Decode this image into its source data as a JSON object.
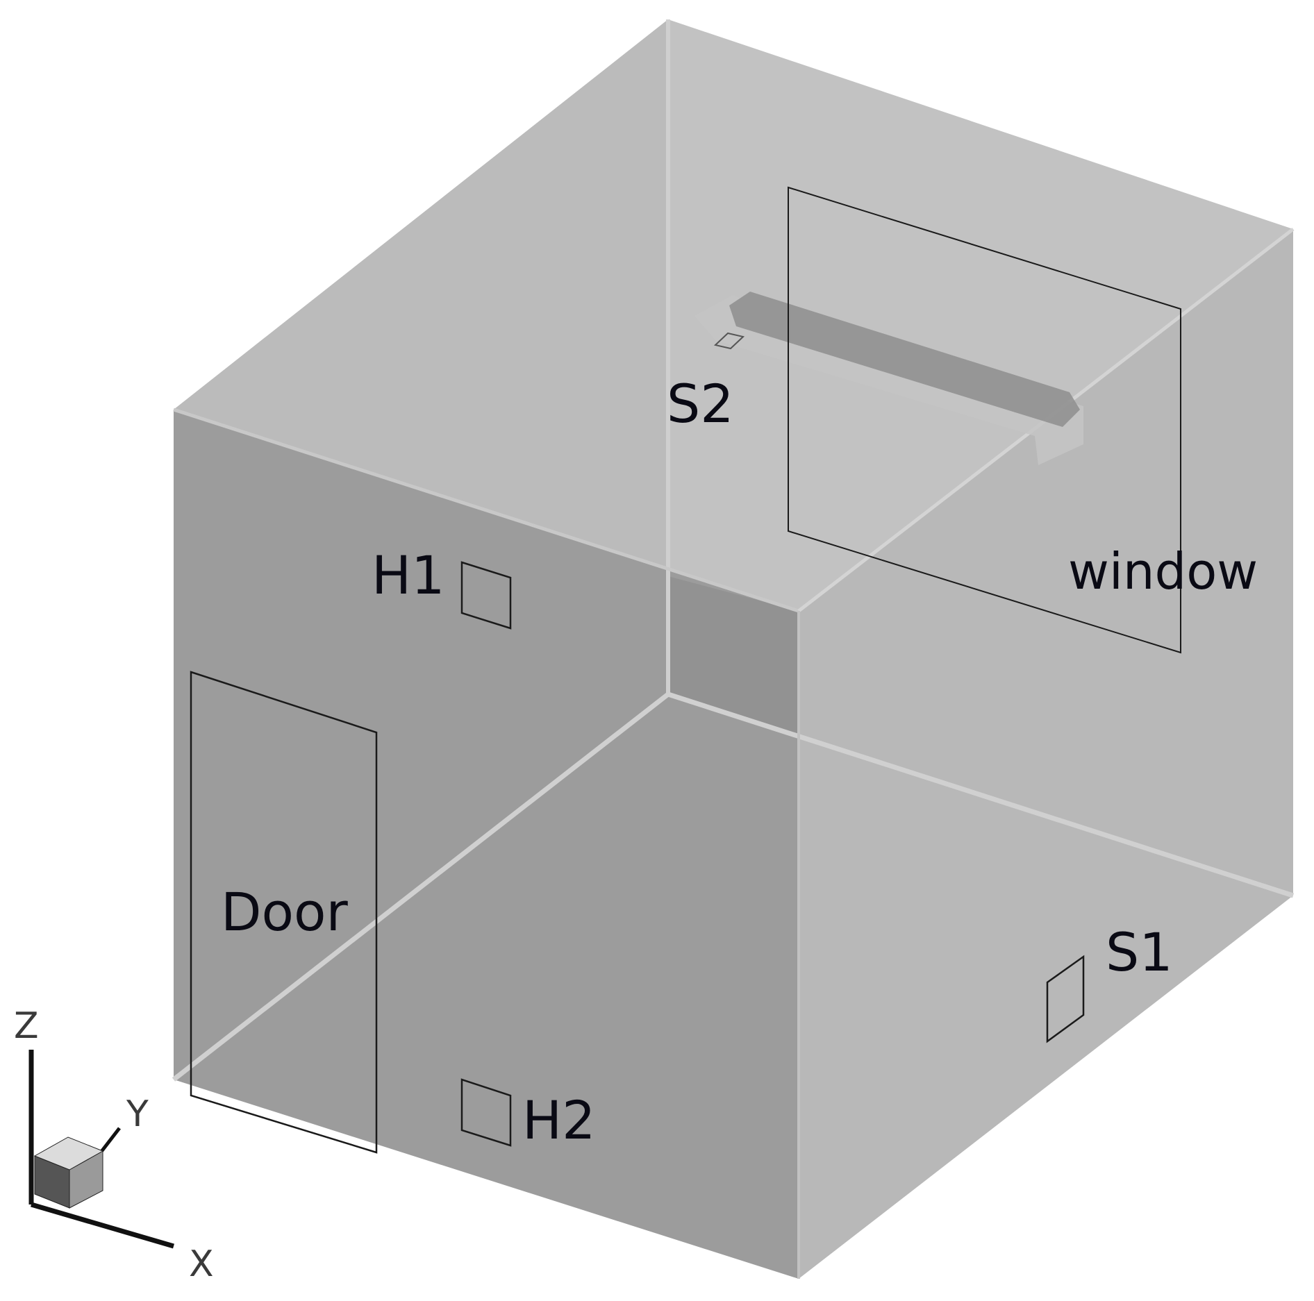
{
  "labels": {
    "s2": "S2",
    "h1": "H1",
    "window": "window",
    "door": "Door",
    "s1": "S1",
    "h2": "H2"
  },
  "axes": {
    "z": "Z",
    "y": "Y",
    "x": "X"
  },
  "colors": {
    "background": "#ffffff",
    "back_wall": "#a8a8a8",
    "right_face": "#b7b7b7",
    "front_face": "#9d9d9d",
    "top_face": "#bdbdbd",
    "edge_highlight": "#d0d0d0",
    "outline": "#111111",
    "label_text": "#0a0a14"
  }
}
